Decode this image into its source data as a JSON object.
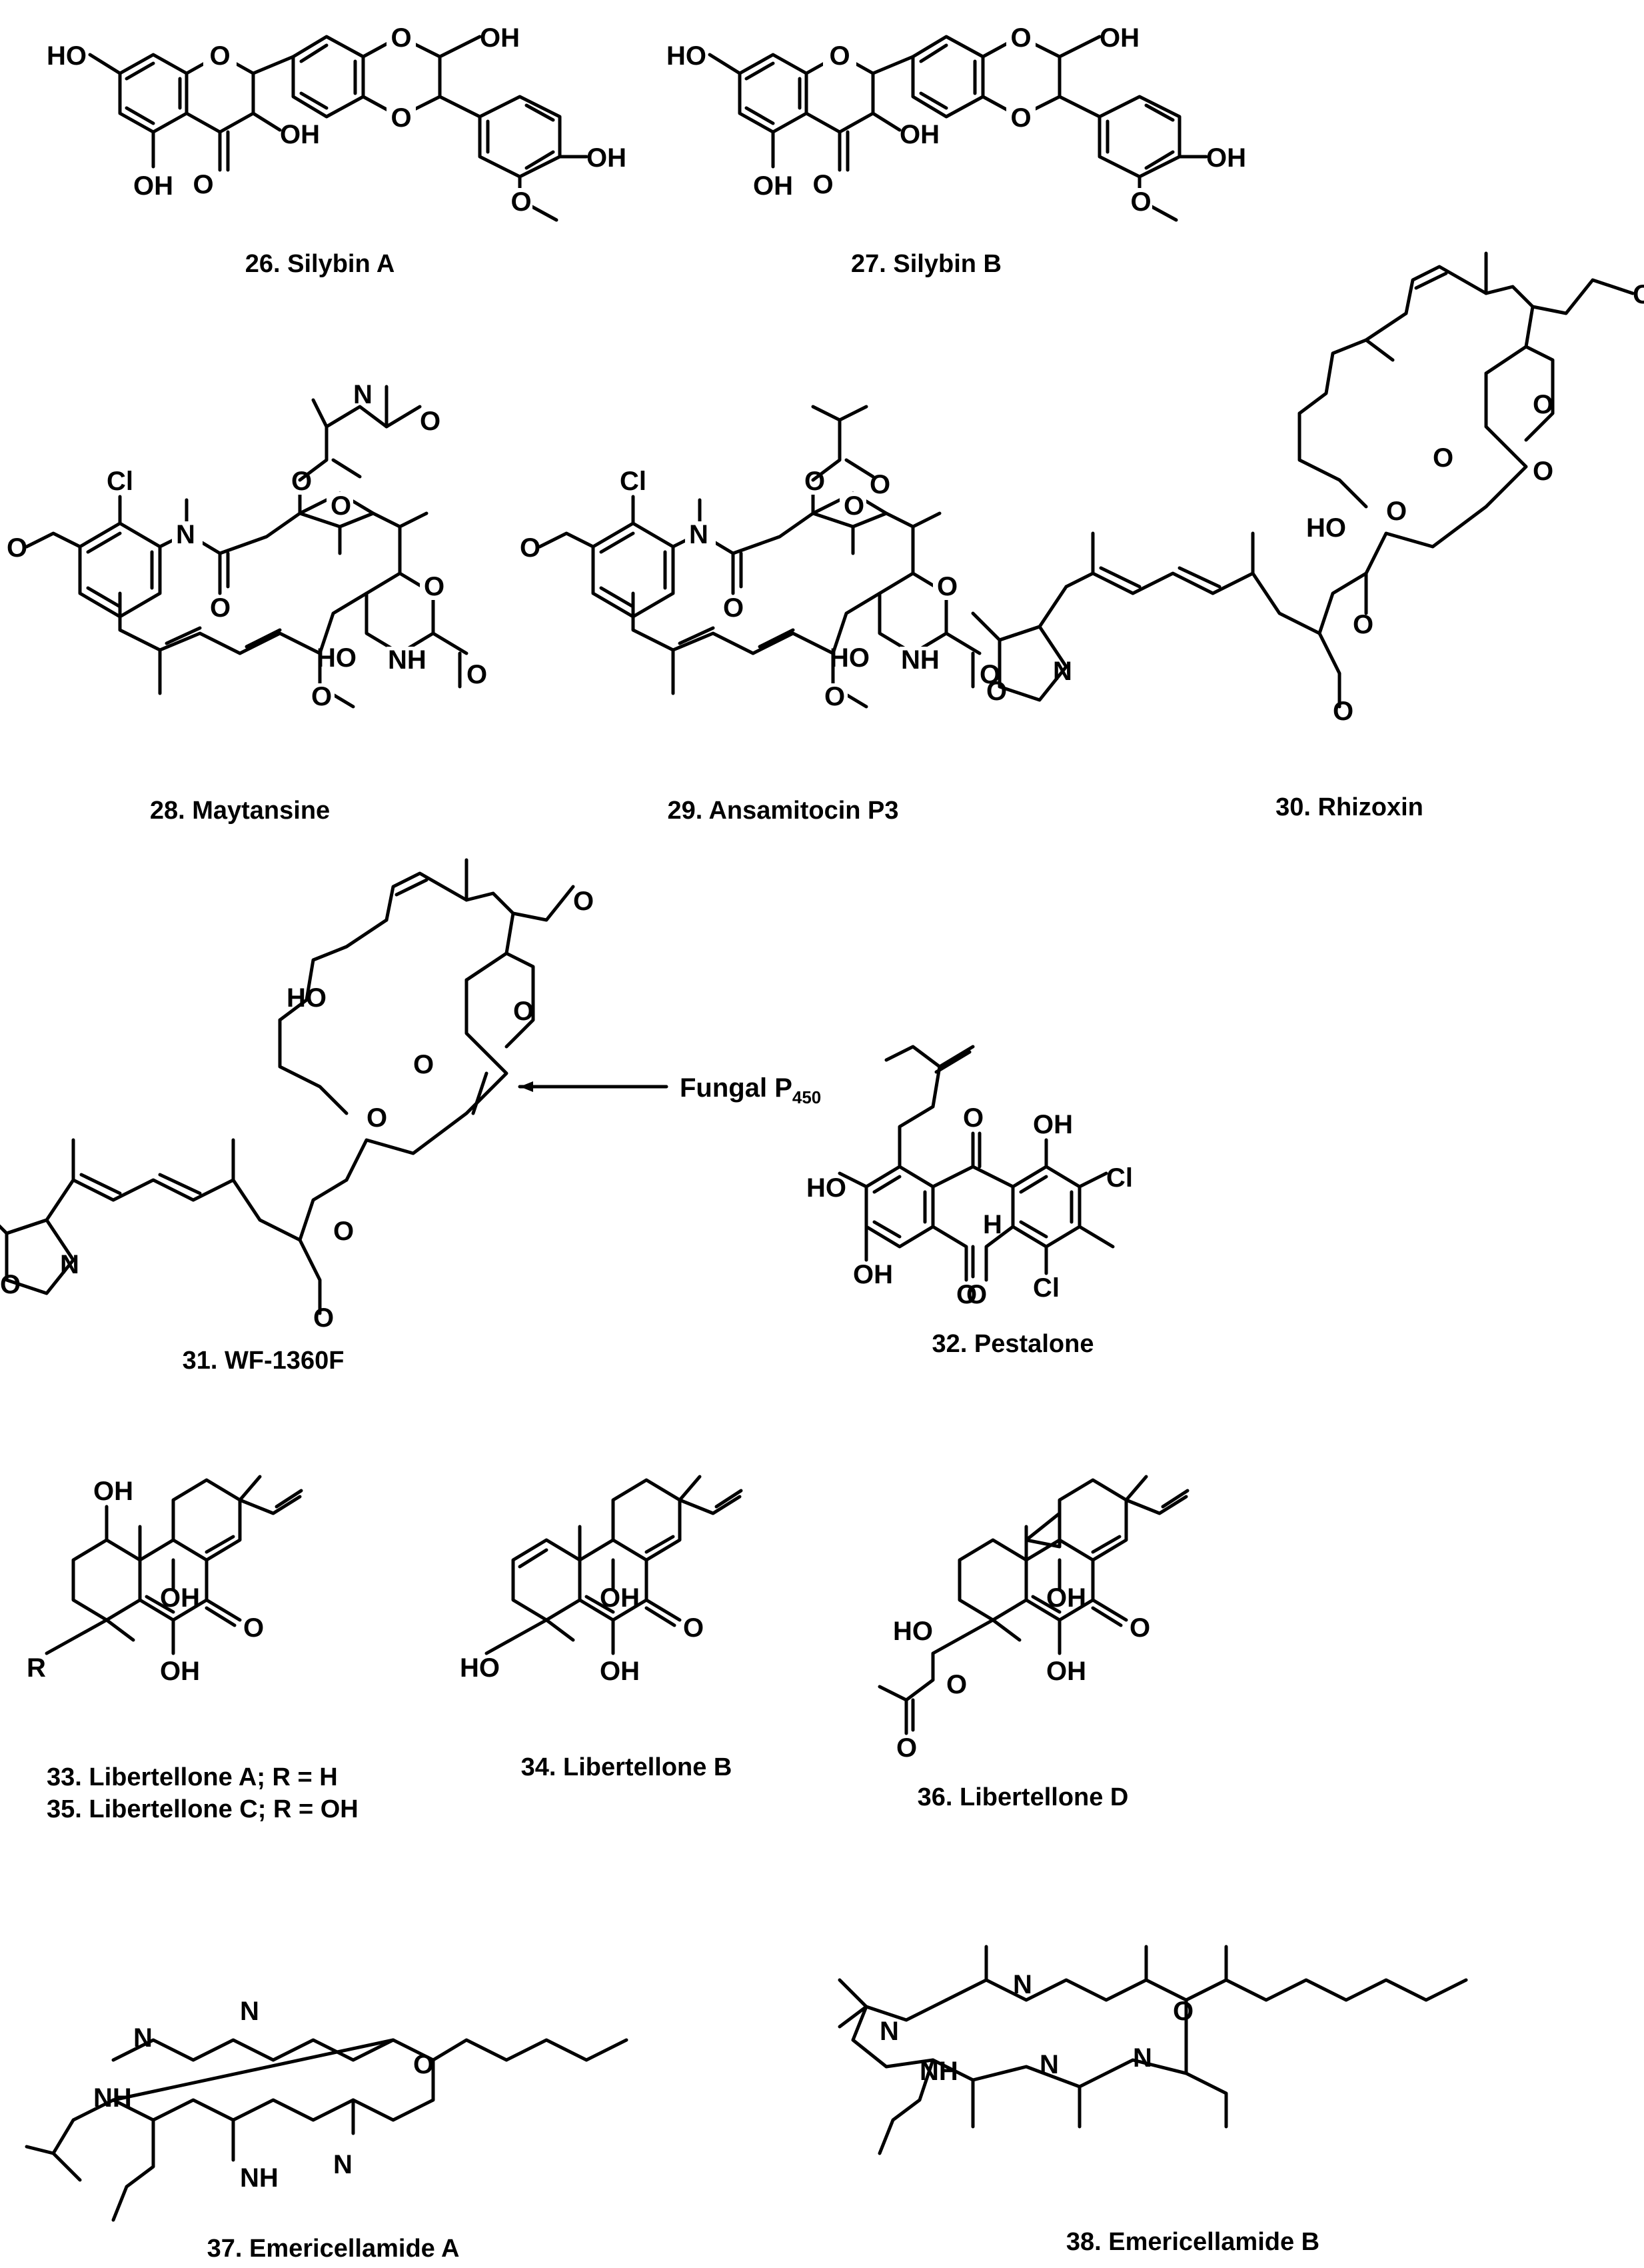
{
  "compounds": [
    {
      "label": "26. Silybin A"
    },
    {
      "label": "27. Silybin B"
    },
    {
      "label": "28. Maytansine"
    },
    {
      "label": "29. Ansamitocin P3"
    },
    {
      "label": "30. Rhizoxin"
    },
    {
      "label": "31. WF-1360F"
    },
    {
      "label": "32. Pestalone"
    },
    {
      "label": "33. Libertellone A; R = H"
    },
    {
      "label": "35. Libertellone C; R = OH"
    },
    {
      "label": "34. Libertellone B"
    },
    {
      "label": "36. Libertellone D"
    },
    {
      "label": "37. Emericellamide A"
    },
    {
      "label": "38. Emericellamide B"
    }
  ],
  "annotation": {
    "text": "Fungal P",
    "subscript": "450"
  },
  "atoms": {
    "OH": "OH",
    "HO": "HO",
    "O": "O",
    "N": "N",
    "NH": "NH",
    "Cl": "Cl",
    "H": "H",
    "R": "R",
    "ho_rev": "HO"
  }
}
